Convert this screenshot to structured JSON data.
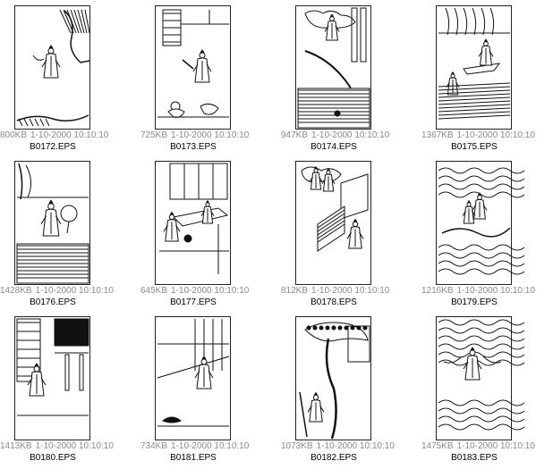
{
  "thumbnails": [
    {
      "size": "800KB",
      "date": "1-10-2000 10:10:10",
      "name": "B0172.EPS",
      "scene": "scholar-tree"
    },
    {
      "size": "725KB",
      "date": "1-10-2000 10:10:10",
      "name": "B0173.EPS",
      "scene": "courtyard-animals"
    },
    {
      "size": "947KB",
      "date": "1-10-2000 10:10:10",
      "name": "B0174.EPS",
      "scene": "cloud-figures"
    },
    {
      "size": "1367KB",
      "date": "1-10-2000 10:10:10",
      "name": "B0175.EPS",
      "scene": "river-boat"
    },
    {
      "size": "1428KB",
      "date": "1-10-2000 10:10:10",
      "name": "B0176.EPS",
      "scene": "scholar-fan"
    },
    {
      "size": "645KB",
      "date": "1-10-2000 10:10:10",
      "name": "B0177.EPS",
      "scene": "interior-table"
    },
    {
      "size": "812KB",
      "date": "1-10-2000 10:10:10",
      "name": "B0178.EPS",
      "scene": "pavilion-clouds"
    },
    {
      "size": "1216KB",
      "date": "1-10-2000 10:10:10",
      "name": "B0179.EPS",
      "scene": "waves-rocks"
    },
    {
      "size": "1413KB",
      "date": "1-10-2000 10:10:10",
      "name": "B0180.EPS",
      "scene": "official-hall"
    },
    {
      "size": "734KB",
      "date": "1-10-2000 10:10:10",
      "name": "B0181.EPS",
      "scene": "turtle-elder"
    },
    {
      "size": "1073KB",
      "date": "1-10-2000 10:10:10",
      "name": "B0182.EPS",
      "scene": "tree-figure"
    },
    {
      "size": "1475KB",
      "date": "1-10-2000 10:10:10",
      "name": "B0183.EPS",
      "scene": "waves-figure"
    }
  ]
}
